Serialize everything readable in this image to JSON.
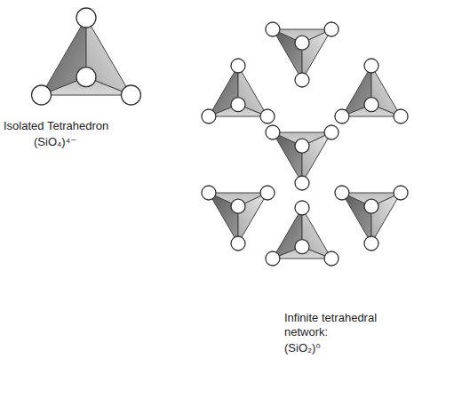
{
  "diagram": {
    "labels": [
      "Isolated Tetrahedron",
      "(SiO₄)⁴⁻",
      "Infinite tetrahedral network:",
      "(SiO₂)⁰"
    ]
  }
}
